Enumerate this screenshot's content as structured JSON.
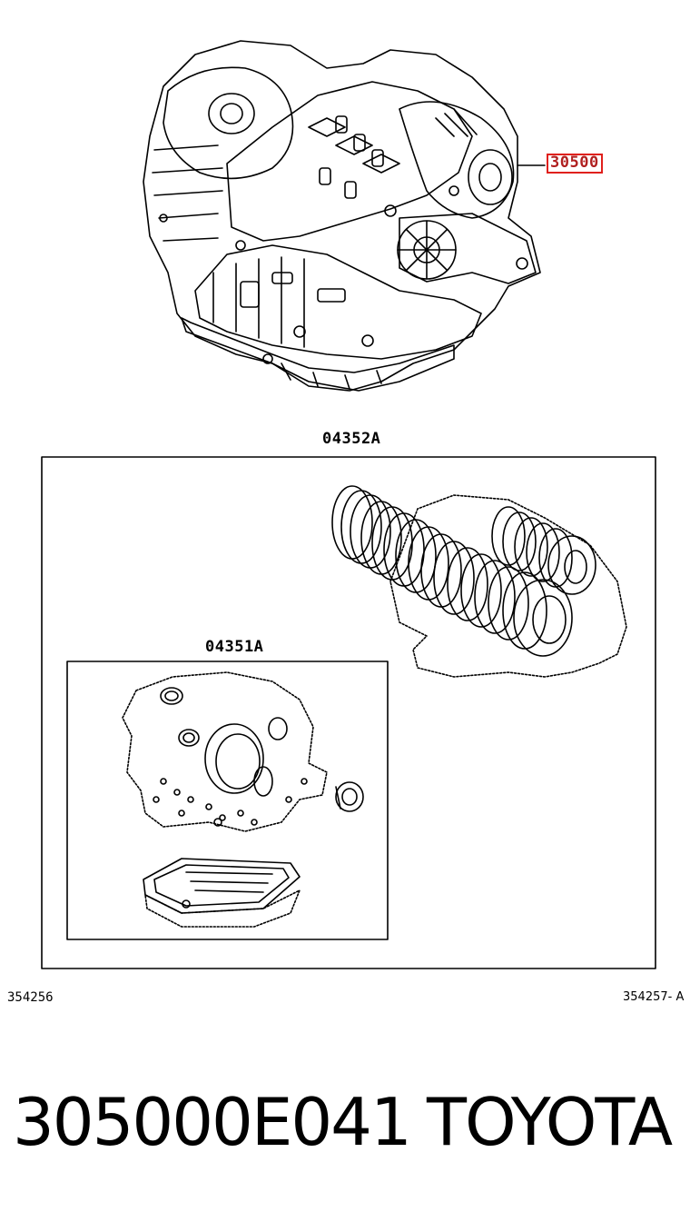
{
  "callouts": {
    "assembly": "30500",
    "overhaul_kit": "04352A",
    "gasket_kit": "04351A"
  },
  "refs": {
    "left": "354256",
    "right": "354257- A"
  },
  "footer": {
    "part_number": "305000E041",
    "brand": "TOYOTA"
  },
  "colors": {
    "highlight": "#e0201c",
    "line": "#000000"
  }
}
